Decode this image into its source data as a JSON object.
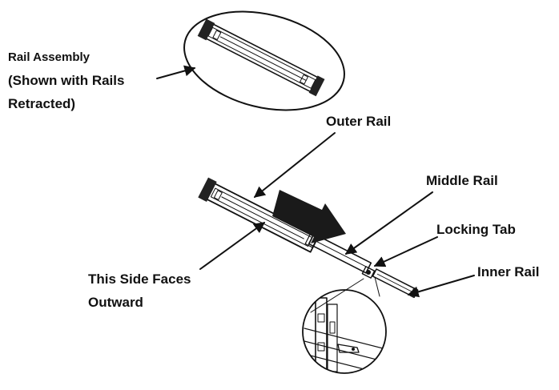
{
  "labels": {
    "rail_assembly_line1": "Rail Assembly",
    "rail_assembly_line2": "(Shown with Rails",
    "rail_assembly_line3": "Retracted)",
    "outer_rail": "Outer Rail",
    "middle_rail": "Middle Rail",
    "locking_tab": "Locking Tab",
    "inner_rail": "Inner Rail",
    "side_faces_line1": "This Side Faces",
    "side_faces_line2": "Outward"
  },
  "colors": {
    "ink": "#111111",
    "background": "#ffffff",
    "direction_arrow": "#1a1a1a"
  },
  "icons": {
    "direction_arrow": "block-arrow-right-icon"
  }
}
